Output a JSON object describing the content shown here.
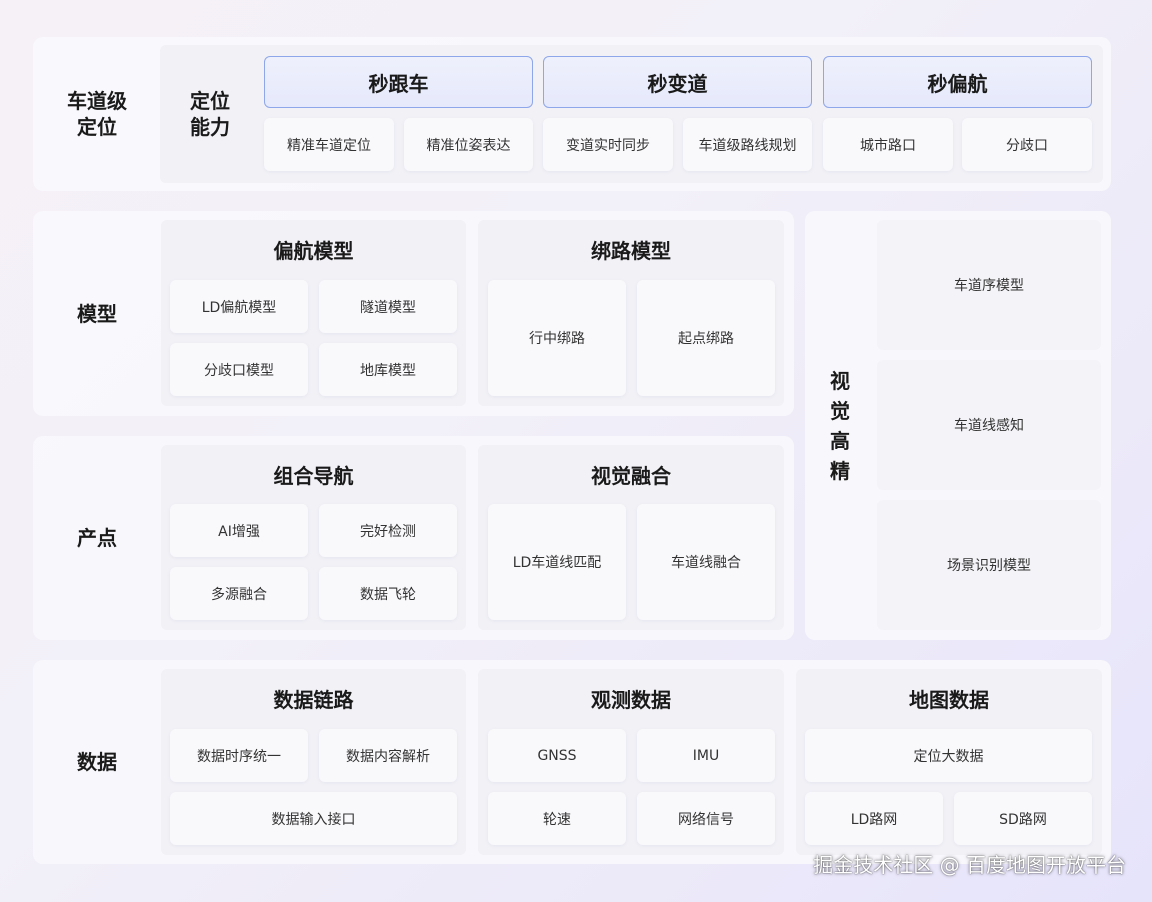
{
  "positioning": {
    "row_label_line1": "车道级",
    "row_label_line2": "定位",
    "sub_label_line1": "定位",
    "sub_label_line2": "能力",
    "headers": [
      "秒跟车",
      "秒变道",
      "秒偏航"
    ],
    "items": [
      "精准车道定位",
      "精准位姿表达",
      "变道实时同步",
      "车道级路线规划",
      "城市路口",
      "分歧口"
    ]
  },
  "model": {
    "row_label": "模型",
    "deviation": {
      "title": "偏航模型",
      "items": [
        "LD偏航模型",
        "隧道模型",
        "分歧口模型",
        "地库模型"
      ]
    },
    "binding": {
      "title": "绑路模型",
      "items": [
        "行中绑路",
        "起点绑路"
      ]
    }
  },
  "output": {
    "row_label": "产点",
    "navigation": {
      "title": "组合导航",
      "items": [
        "AI增强",
        "完好检测",
        "多源融合",
        "数据飞轮"
      ]
    },
    "fusion": {
      "title": "视觉融合",
      "items": [
        "LD车道线匹配",
        "车道线融合"
      ]
    }
  },
  "visual_hd": {
    "label_chars": [
      "视",
      "觉",
      "高",
      "精"
    ],
    "items": [
      "车道序模型",
      "车道线感知",
      "场景识别模型"
    ]
  },
  "data_row": {
    "row_label": "数据",
    "pipeline": {
      "title": "数据链路",
      "items": [
        "数据时序统一",
        "数据内容解析",
        "数据输入接口"
      ]
    },
    "observation": {
      "title": "观测数据",
      "items": [
        "GNSS",
        "IMU",
        "轮速",
        "网络信号"
      ]
    },
    "map": {
      "title": "地图数据",
      "items": [
        "定位大数据",
        "LD路网",
        "SD路网"
      ]
    }
  },
  "watermark": "掘金技术社区 @ 百度地图开放平台"
}
